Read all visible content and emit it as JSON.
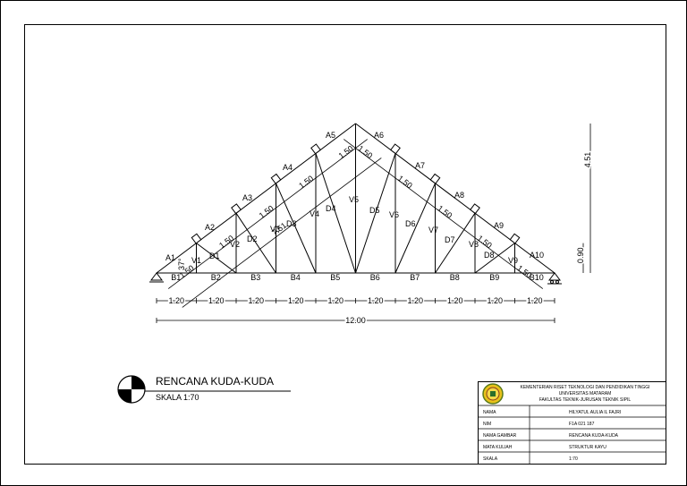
{
  "drawing": {
    "chord_labels": [
      "A1",
      "A2",
      "A3",
      "A4",
      "A5",
      "A6",
      "A7",
      "A8",
      "A9",
      "A10"
    ],
    "bottom_labels": [
      "B1",
      "B2",
      "B3",
      "B4",
      "B5",
      "B6",
      "B7",
      "B8",
      "B9",
      "B10"
    ],
    "vertical_labels": [
      "V1",
      "V2",
      "V3",
      "V4",
      "V5",
      "V6",
      "V7",
      "V8",
      "V9"
    ],
    "diagonal_labels": [
      "D1",
      "D2",
      "D3",
      "D4",
      "D5",
      "D6",
      "D7",
      "D8"
    ],
    "left_segment_dims": [
      "1.50",
      "1.50",
      "1.50",
      "1.50",
      "1.50"
    ],
    "left_total_dim": "7.51",
    "right_segment_dims": [
      "1.50",
      "1.50",
      "1.50",
      "1.50",
      "1.50"
    ],
    "panel_dims": [
      "1.20",
      "1.20",
      "1.20",
      "1.20",
      "1.20",
      "1.20",
      "1.20",
      "1.20",
      "1.20",
      "1.20"
    ],
    "total_span": "12.00",
    "height_dim": "4.51",
    "first_vertical_dim": "0.90",
    "angle": "37°"
  },
  "legend": {
    "title": "RENCANA KUDA-KUDA",
    "scale": "SKALA 1:70"
  },
  "title_block": {
    "header_line1": "KEMENTERIAN RISET TEKNOLOGI DAN PENDIDIKAN TINGGI",
    "header_line2": "UNIVERSITAS MATARAM",
    "header_line3": "FAKULTAS TEKNIK-JURUSAN TEKNIK SIPIL",
    "rows": [
      {
        "label": "NAMA",
        "value": "HILYATUL AULIA IL FAJRI"
      },
      {
        "label": "NIM",
        "value": "F1A 021 187"
      },
      {
        "label": "NAMA GAMBAR",
        "value": "RENCANA KUDA-KUDA"
      },
      {
        "label": "MATA KULIAH",
        "value": "STRUKTUR KAYU"
      },
      {
        "label": "SKALA",
        "value": "1:70"
      }
    ]
  }
}
